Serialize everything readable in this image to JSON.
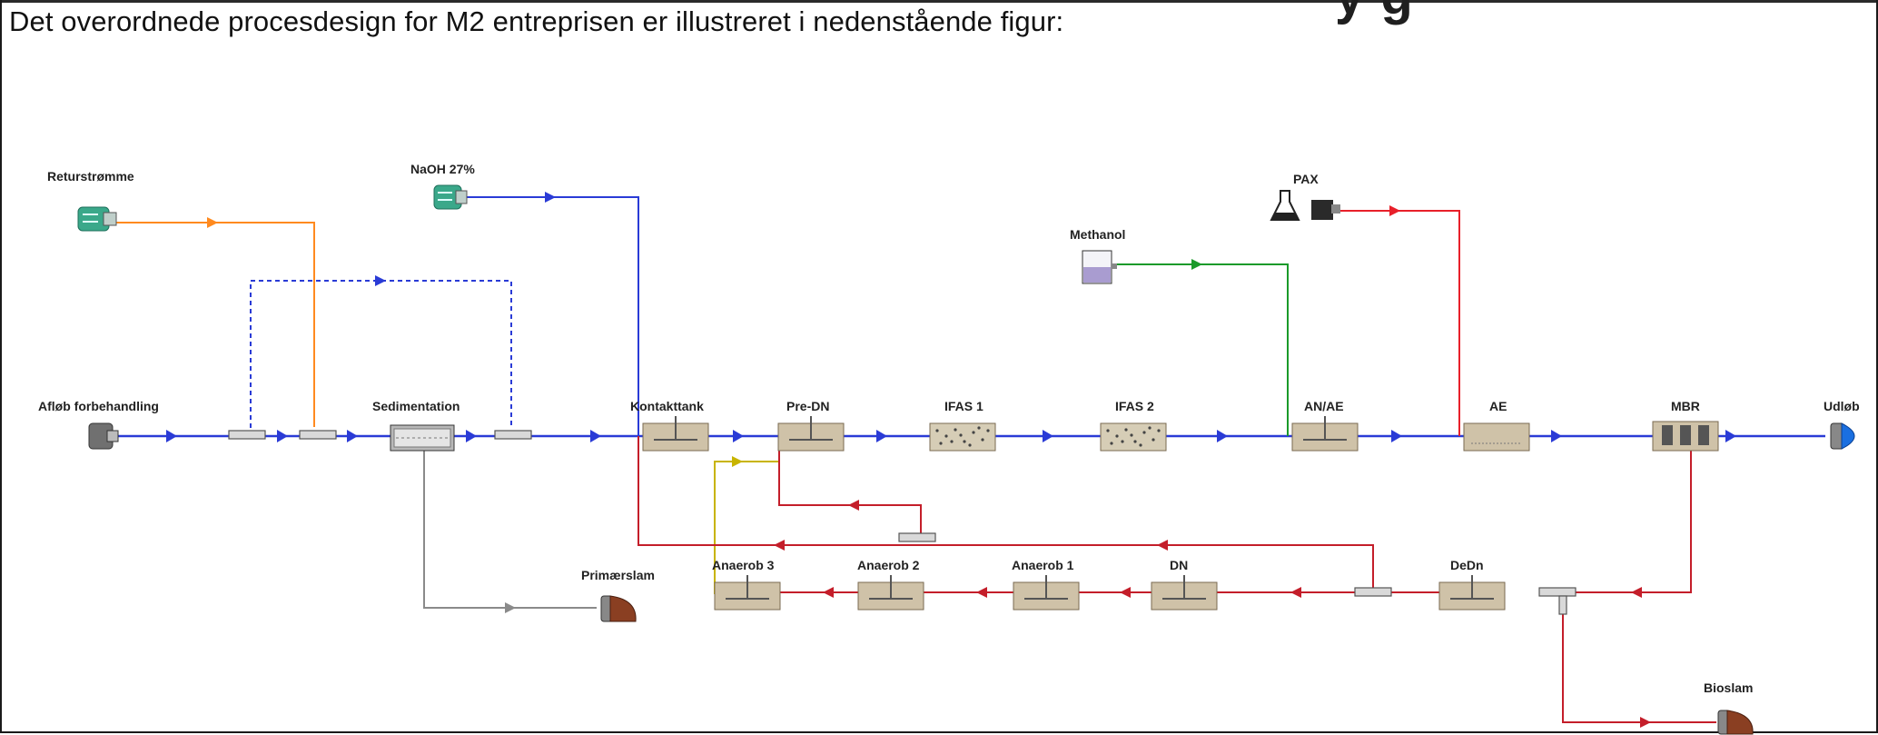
{
  "header": {
    "cut_title_fragment": "y g",
    "intro": "Det overordnede procesdesign for M2 entreprisen er illustreret i nedenstående figur:"
  },
  "diagram": {
    "inputs": {
      "returstromme": "Returstrømme",
      "naoh": "NaOH 27%",
      "methanol": "Methanol",
      "pax": "PAX",
      "afloeb_forbehandling": "Afløb forbehandling"
    },
    "units": {
      "sedimentation": "Sedimentation",
      "kontakttank": "Kontakttank",
      "pre_dn": "Pre-DN",
      "ifas1": "IFAS 1",
      "ifas2": "IFAS 2",
      "an_ae": "AN/AE",
      "ae": "AE",
      "mbr": "MBR",
      "dedn": "DeDn",
      "dn": "DN",
      "anaerob1": "Anaerob 1",
      "anaerob2": "Anaerob 2",
      "anaerob3": "Anaerob 3"
    },
    "outputs": {
      "udloeb": "Udløb",
      "primaerslam": "Primærslam",
      "bioslam": "Bioslam"
    },
    "colors": {
      "main_flow": "#2a3bd6",
      "return_flow": "#c41e2a",
      "returstromme_line": "#ff8a1f",
      "methanol_line": "#1a9a2a",
      "pax_line": "#e8202a",
      "sludge_line": "#8a8a8a",
      "yellow_line": "#c8b400",
      "tank": "#cfc2a8"
    }
  }
}
